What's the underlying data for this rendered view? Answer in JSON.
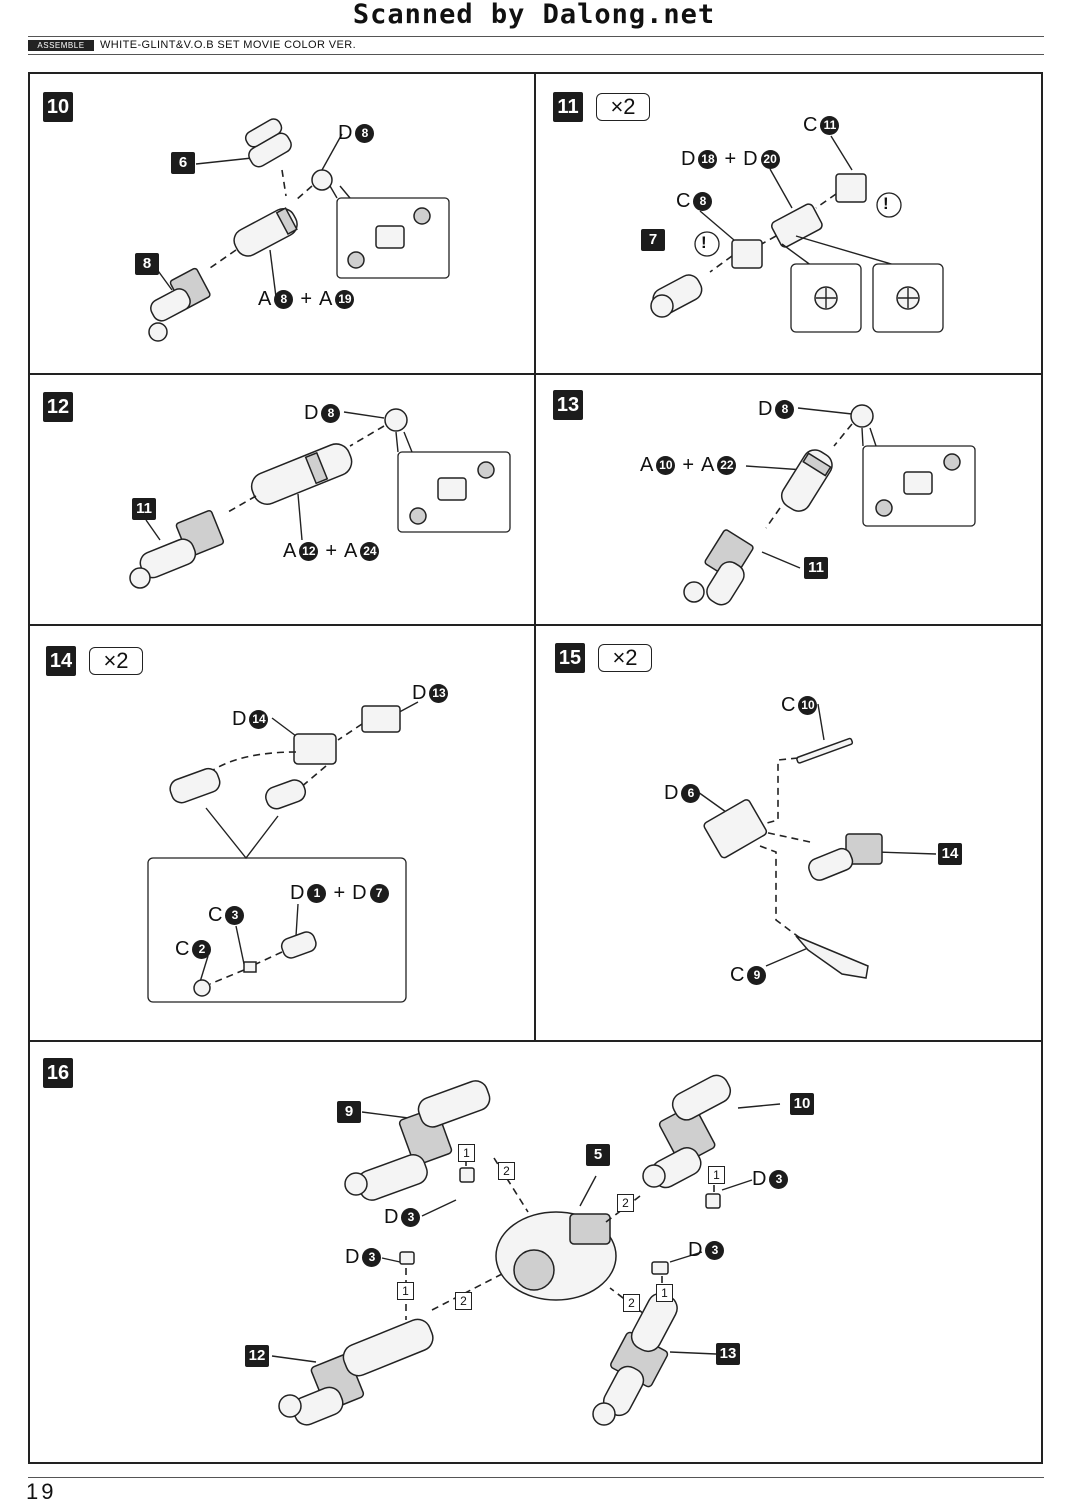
{
  "watermark": "Scanned by Dalong.net",
  "header": {
    "tag": "ASSEMBLE",
    "title": "WHITE-GLINT&V.O.B SET MOVIE COLOR VER."
  },
  "page_number": "19",
  "steps": {
    "s10": {
      "number": "10",
      "sub": "6",
      "main": "8",
      "label_d": {
        "letter": "D",
        "num": "8"
      },
      "label_a": {
        "l1": "A",
        "n1": "8",
        "plus": "+",
        "l2": "A",
        "n2": "19"
      }
    },
    "s11": {
      "number": "11",
      "mult": "×2",
      "sub": "7",
      "label_c11": {
        "letter": "C",
        "num": "11"
      },
      "label_d": {
        "l1": "D",
        "n1": "18",
        "plus": "+",
        "l2": "D",
        "n2": "20"
      },
      "label_c8": {
        "letter": "C",
        "num": "8"
      },
      "warn": "!"
    },
    "s12": {
      "number": "12",
      "main": "11",
      "label_d": {
        "letter": "D",
        "num": "8"
      },
      "label_a": {
        "l1": "A",
        "n1": "12",
        "plus": "+",
        "l2": "A",
        "n2": "24"
      }
    },
    "s13": {
      "number": "13",
      "main": "11",
      "label_d": {
        "letter": "D",
        "num": "8"
      },
      "label_a": {
        "l1": "A",
        "n1": "10",
        "plus": "+",
        "l2": "A",
        "n2": "22"
      }
    },
    "s14": {
      "number": "14",
      "mult": "×2",
      "label_d13": {
        "letter": "D",
        "num": "13"
      },
      "label_d14": {
        "letter": "D",
        "num": "14"
      },
      "label_d17": {
        "l1": "D",
        "n1": "1",
        "plus": "+",
        "l2": "D",
        "n2": "7"
      },
      "label_c3": {
        "letter": "C",
        "num": "3"
      },
      "label_c2": {
        "letter": "C",
        "num": "2"
      }
    },
    "s15": {
      "number": "15",
      "mult": "×2",
      "main": "14",
      "label_c10": {
        "letter": "C",
        "num": "10"
      },
      "label_d6": {
        "letter": "D",
        "num": "6"
      },
      "label_c9": {
        "letter": "C",
        "num": "9"
      }
    },
    "s16": {
      "number": "16",
      "parts": [
        "9",
        "10",
        "5",
        "12",
        "13"
      ],
      "label_d3": {
        "letter": "D",
        "num": "3"
      },
      "seq1": "1",
      "seq2": "2"
    }
  }
}
